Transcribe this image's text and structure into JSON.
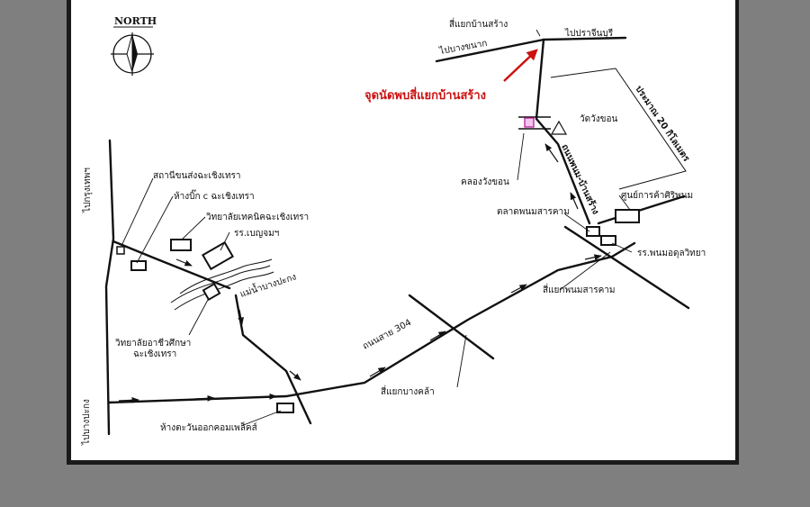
{
  "compass": {
    "label": "NORTH"
  },
  "meeting_point": {
    "label": "จุดนัดพบสี่แยกบ้านสร้าง",
    "color": "#cc1111"
  },
  "roads": {
    "to_bangkok": "ไปกรุงเทพฯ",
    "to_bangpakong": "ไปบางปะกง",
    "to_prachinburi": "ไปปราจีนบุรี",
    "to_bangkhanak": "ไปบางขนาก",
    "route_304": "ถนนสาย 304",
    "phanom_rd": "ถนนพนม-บ้านสร้าง"
  },
  "distance": {
    "label": "ประมาณ 20 กิโลเมตร"
  },
  "places": {
    "bus_station": "สถานีขนส่งฉะเชิงเทรา",
    "big_c": "ห้างบิ๊ก c ฉะเชิงเทรา",
    "tech_college": "วิทยาลัยเทคนิคฉะเชิงเทรา",
    "benchama": "รร.เบญจมฯ",
    "river": "แม่น้ำบางปะกง",
    "vocational_college": "วิทยาลัยอาชีวศึกษา",
    "vocational_college_2": "ฉะเชิงเทรา",
    "tawan_ok": "ห้างตะวันออกคอมเพล็คส์",
    "bang_khla_junction": "สี่แยกบางคล้า",
    "phanom_junction": "สี่แยกพนมสารคาม",
    "school_phanom": "รร.พนมอดุลวิทยา",
    "phanom_market": "ตลาดพนมสารคาม",
    "shopping_center": "ศูนย์การค้าศิริพนม",
    "wat_wang_khon": "วัดวังขอน",
    "khlong_wang_khon": "คลองวังขอน",
    "ban_sang_junction": "สี่แยกบ้านสร้าง"
  }
}
